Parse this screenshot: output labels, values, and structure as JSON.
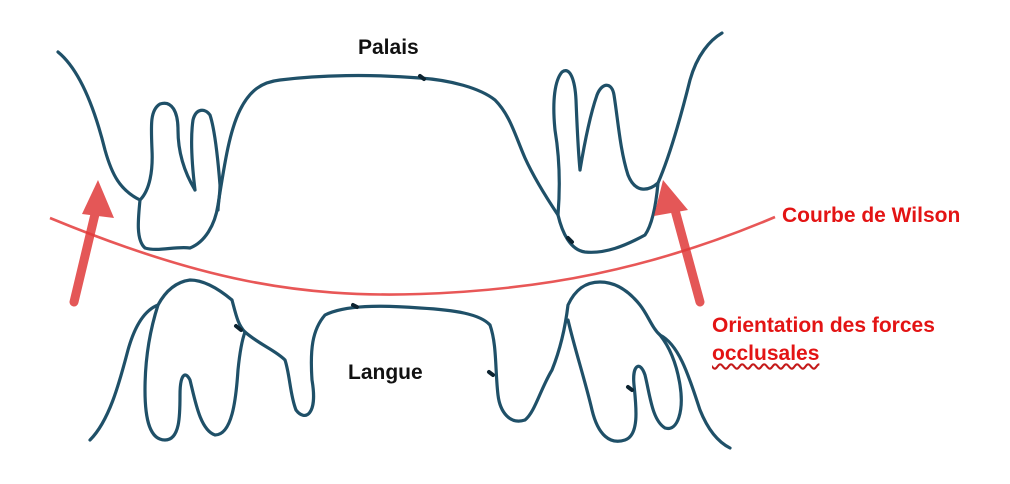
{
  "labels": {
    "palais": "Palais",
    "langue": "Langue",
    "courbe": "Courbe de Wilson",
    "orientation_line1": "Orientation des forces",
    "orientation_line2": "occlusales"
  },
  "colors": {
    "tooth_outline": "#1f5068",
    "curve": "#e64545",
    "arrow": "#e03a3a",
    "label_red": "#e31414",
    "label_black": "#111111"
  },
  "icons": {
    "arrows": "up-arrow",
    "teeth": "molar-outline"
  }
}
